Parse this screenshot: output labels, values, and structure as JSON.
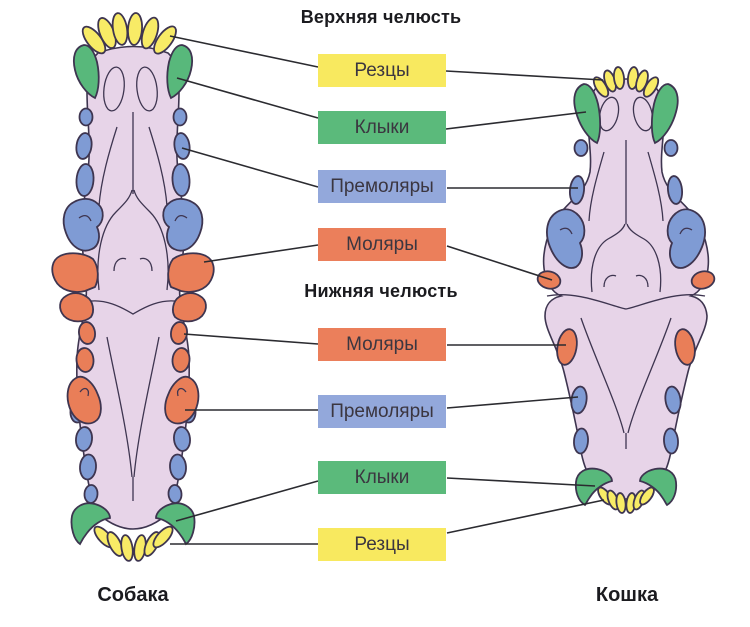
{
  "headings": {
    "upper_jaw": "Верхняя челюсть",
    "lower_jaw": "Нижняя челюсть"
  },
  "legend": {
    "upper": [
      {
        "label": "Резцы",
        "color": "#F8E95F"
      },
      {
        "label": "Клыки",
        "color": "#5BBA7B"
      },
      {
        "label": "Премоляры",
        "color": "#93A8DB"
      },
      {
        "label": "Моляры",
        "color": "#EB7F5B"
      }
    ],
    "lower": [
      {
        "label": "Моляры",
        "color": "#EB7F5B"
      },
      {
        "label": "Премоляры",
        "color": "#93A8DB"
      },
      {
        "label": "Клыки",
        "color": "#5BBA7B"
      },
      {
        "label": "Резцы",
        "color": "#F8E95F"
      }
    ]
  },
  "captions": {
    "left": "Собака",
    "right": "Кошка"
  },
  "colors": {
    "skull_fill": "#E7D4E8",
    "outline": "#3E3550",
    "connector": "#2B2B30",
    "teeth": {
      "incisors": "#F8EB66",
      "canines": "#58B87B",
      "premolars": "#7F9BD4",
      "molars": "#E97E58"
    }
  }
}
